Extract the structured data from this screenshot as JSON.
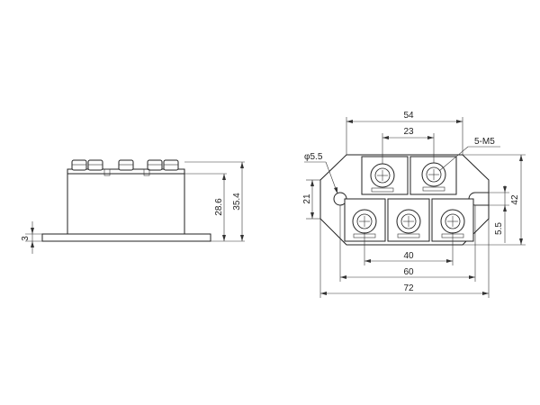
{
  "side_view": {
    "dim_base_thickness": "3",
    "dim_body_height": "28.6",
    "dim_total_height": "35.4"
  },
  "top_view": {
    "dim_overall_top": "54",
    "dim_terminal_spacing_top": "23",
    "dim_hole_diameter": "φ5.5",
    "dim_screw_label": "5-M5",
    "dim_hole_to_edge": "21",
    "dim_height_42": "42",
    "dim_height_5_5": "5.5",
    "dim_terminal_spacing_bottom": "40",
    "dim_body_width": "60",
    "dim_overall_width": "72"
  }
}
